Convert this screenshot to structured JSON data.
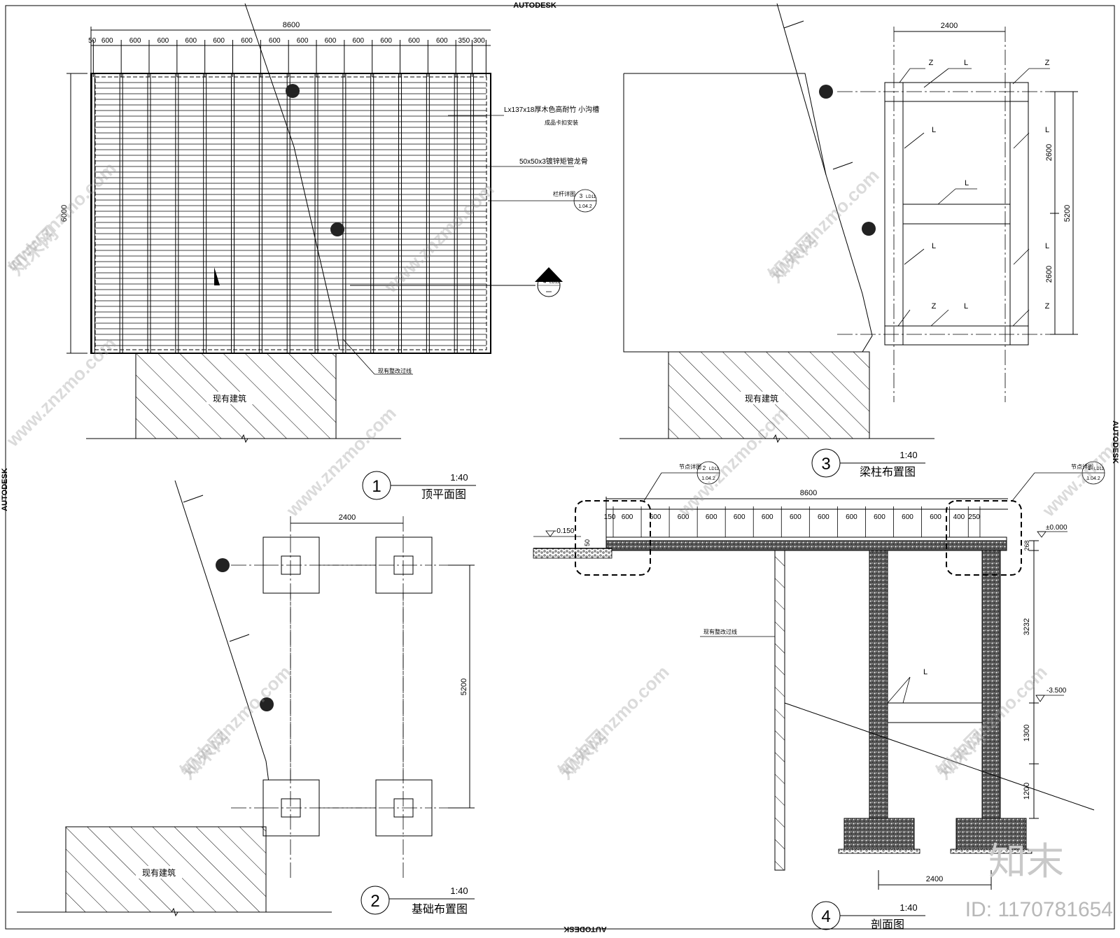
{
  "brand": "AUTODESK",
  "watermark": {
    "site": "www.znzmo.com",
    "name": "知末网",
    "logo": "知末",
    "id_label": "ID: 1170781654"
  },
  "plan1": {
    "number": "1",
    "scale": "1:40",
    "title": "顶平面图",
    "total_dim": "8600",
    "segment_dims": [
      "50",
      "600",
      "600",
      "600",
      "600",
      "600",
      "600",
      "600",
      "600",
      "600",
      "600",
      "600",
      "600",
      "600",
      "350",
      "300"
    ],
    "height_dim": "6000",
    "note_decking": "Lx137x18厚木色高耐竹 小沟槽",
    "note_decking_2": "成品卡扣安装",
    "note_keel": "50x50x3镀锌矩管龙骨",
    "note_railing": "栏杆详图",
    "railing_ref_num": "3",
    "railing_ref_sheet": "LD11",
    "railing_ref_page": "1.04.2",
    "section_ref_num": "4",
    "section_ref_sheet": "LD11",
    "existing_wall": "现有整改过线",
    "existing_building": "现有建筑"
  },
  "plan2": {
    "number": "2",
    "scale": "1:40",
    "title": "基础布置图",
    "dim_width": "2400",
    "dim_height": "5200",
    "existing_building": "现有建筑"
  },
  "plan3": {
    "number": "3",
    "scale": "1:40",
    "title": "梁柱布置图",
    "dim_width": "2400",
    "dim_height": "5200",
    "dim_upper": "2600",
    "dim_lower": "2600",
    "label_z": "Z",
    "label_l": "L",
    "existing_building": "现有建筑"
  },
  "plan4": {
    "number": "4",
    "scale": "1:40",
    "title": "剖面图",
    "total_dim": "8600",
    "segment_dims": [
      "150",
      "600",
      "600",
      "600",
      "600",
      "600",
      "600",
      "600",
      "600",
      "600",
      "600",
      "600",
      "600",
      "400",
      "250"
    ],
    "node_label": "节点详图",
    "node_ref_left_num": "2",
    "node_ref_right_num": "1",
    "node_ref_sheet": "LD11",
    "node_ref_page": "1.04.2",
    "level_top": "±0.000",
    "level_left": "-0.150",
    "level_mid": "-3.500",
    "dim_slab": "50",
    "dim_top": "268",
    "dim_3232": "3232",
    "dim_1300": "1300",
    "dim_1200": "1200",
    "dim_2400": "2400",
    "beam_label": "L",
    "existing_wall": "现有整改过线"
  }
}
